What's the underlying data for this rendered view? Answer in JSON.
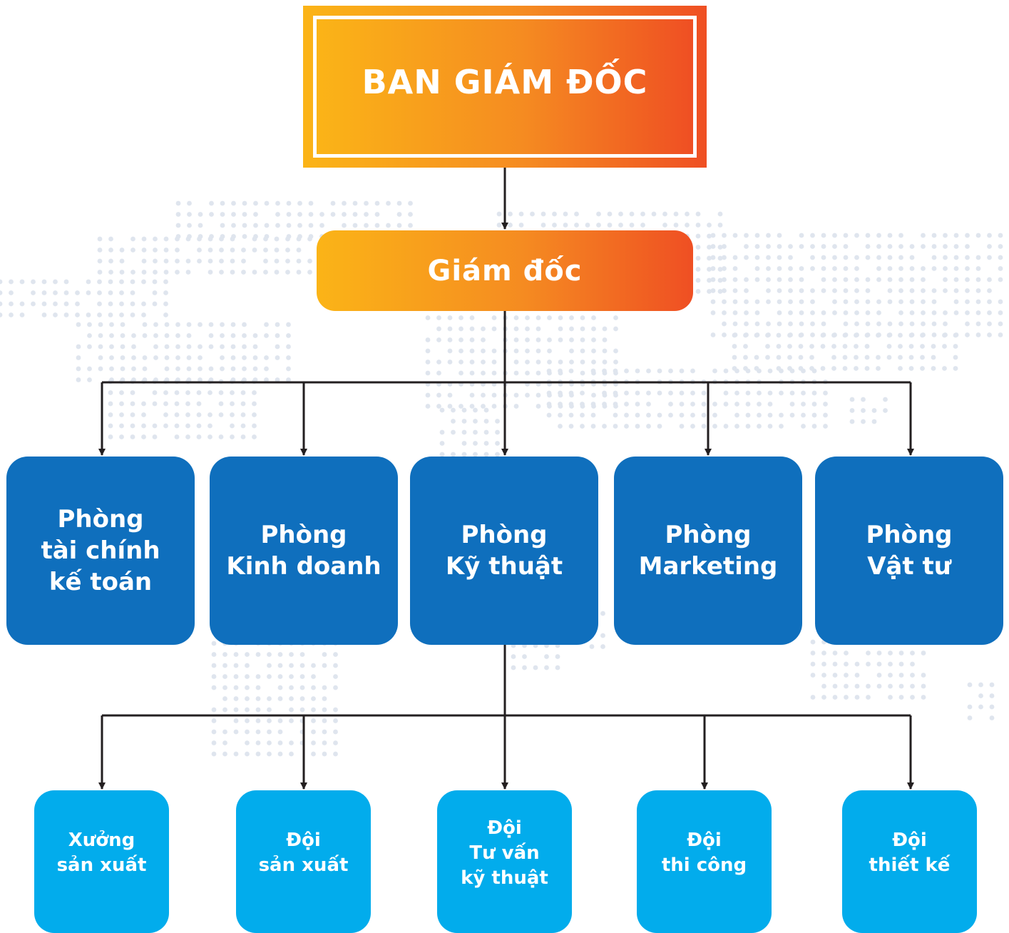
{
  "board": {
    "title": "BAN GIÁM ĐỐC"
  },
  "director": {
    "title": "Giám đốc"
  },
  "departments": [
    {
      "label": "Phòng\ntài chính\nkế toán"
    },
    {
      "label": "Phòng\nKinh doanh"
    },
    {
      "label": "Phòng\nKỹ thuật"
    },
    {
      "label": "Phòng\nMarketing"
    },
    {
      "label": "Phòng\nVật tư"
    }
  ],
  "teams": [
    {
      "label": "Xưởng\nsản xuất"
    },
    {
      "label": "Đội\nsản xuất"
    },
    {
      "label": "Đội\nTư vấn\nkỹ thuật"
    },
    {
      "label": "Đội\nthi công"
    },
    {
      "label": "Đội\nthiết kế"
    }
  ],
  "colors": {
    "gradient_start": "#fbb417",
    "gradient_end": "#ef4f23",
    "department_blue": "#0f6fbd",
    "team_blue": "#02acec",
    "connector": "#231f20",
    "map_dots": "#dfe5ee"
  }
}
